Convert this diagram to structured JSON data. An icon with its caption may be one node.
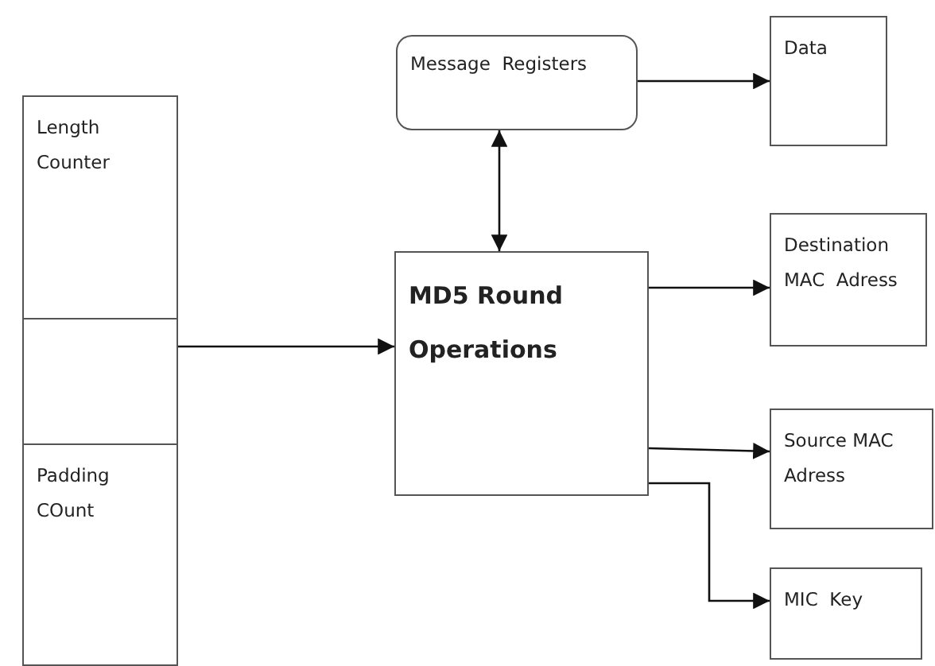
{
  "diagram": {
    "nodes": [
      {
        "text": [
          "Length Counter"
        ]
      },
      {
        "text": [],
        "shape": "box"
      },
      {
        "text": [
          "Padding COunt"
        ]
      },
      {
        "text": [
          "Message  Registers"
        ]
      },
      {
        "text": [
          "Data"
        ]
      },
      {
        "text": [
          "MD5 Round Operations"
        ]
      },
      {
        "text": [
          "Destination MAC  Adress"
        ]
      },
      {
        "text": [
          "Source MAC Adress"
        ]
      },
      {
        "text": [
          "MIC  Key"
        ]
      }
    ],
    "edges": [
      {
        "from": 1,
        "to": 5,
        "arrow": "to"
      },
      {
        "from": 5,
        "to": 3,
        "arrow": "both"
      },
      {
        "from": 3,
        "to": 4,
        "arrow": "to"
      },
      {
        "from": 5,
        "to": 6,
        "arrow": "to"
      },
      {
        "from": 5,
        "to": 7,
        "arrow": "to"
      },
      {
        "from": 5,
        "to": 8,
        "arrow": "to"
      }
    ]
  }
}
